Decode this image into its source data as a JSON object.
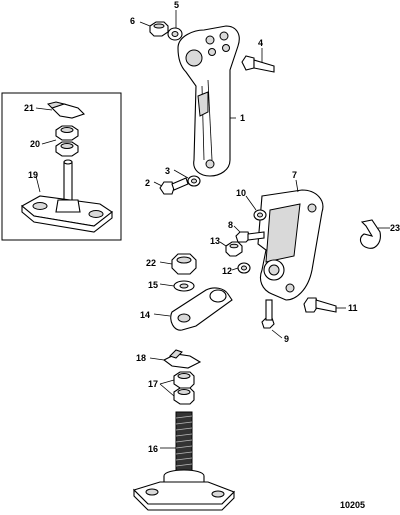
{
  "callouts": {
    "n1": "1",
    "n2": "2",
    "n3": "3",
    "n4": "4",
    "n5": "5",
    "n6": "6",
    "n7": "7",
    "n8": "8",
    "n9": "9",
    "n10": "10",
    "n11": "11",
    "n12": "12",
    "n13": "13",
    "n14": "14",
    "n15": "15",
    "n16": "16",
    "n17": "17",
    "n18": "18",
    "n19": "19",
    "n20": "20",
    "n21": "21",
    "n22": "22",
    "n23": "23"
  },
  "figure_number": "10205"
}
